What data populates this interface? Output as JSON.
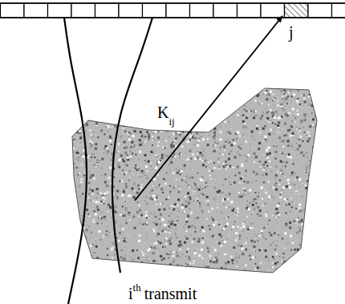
{
  "diagram": {
    "labels": [
      "j",
      "K",
      "ij",
      "i",
      "th",
      "transmit"
    ]
  }
}
